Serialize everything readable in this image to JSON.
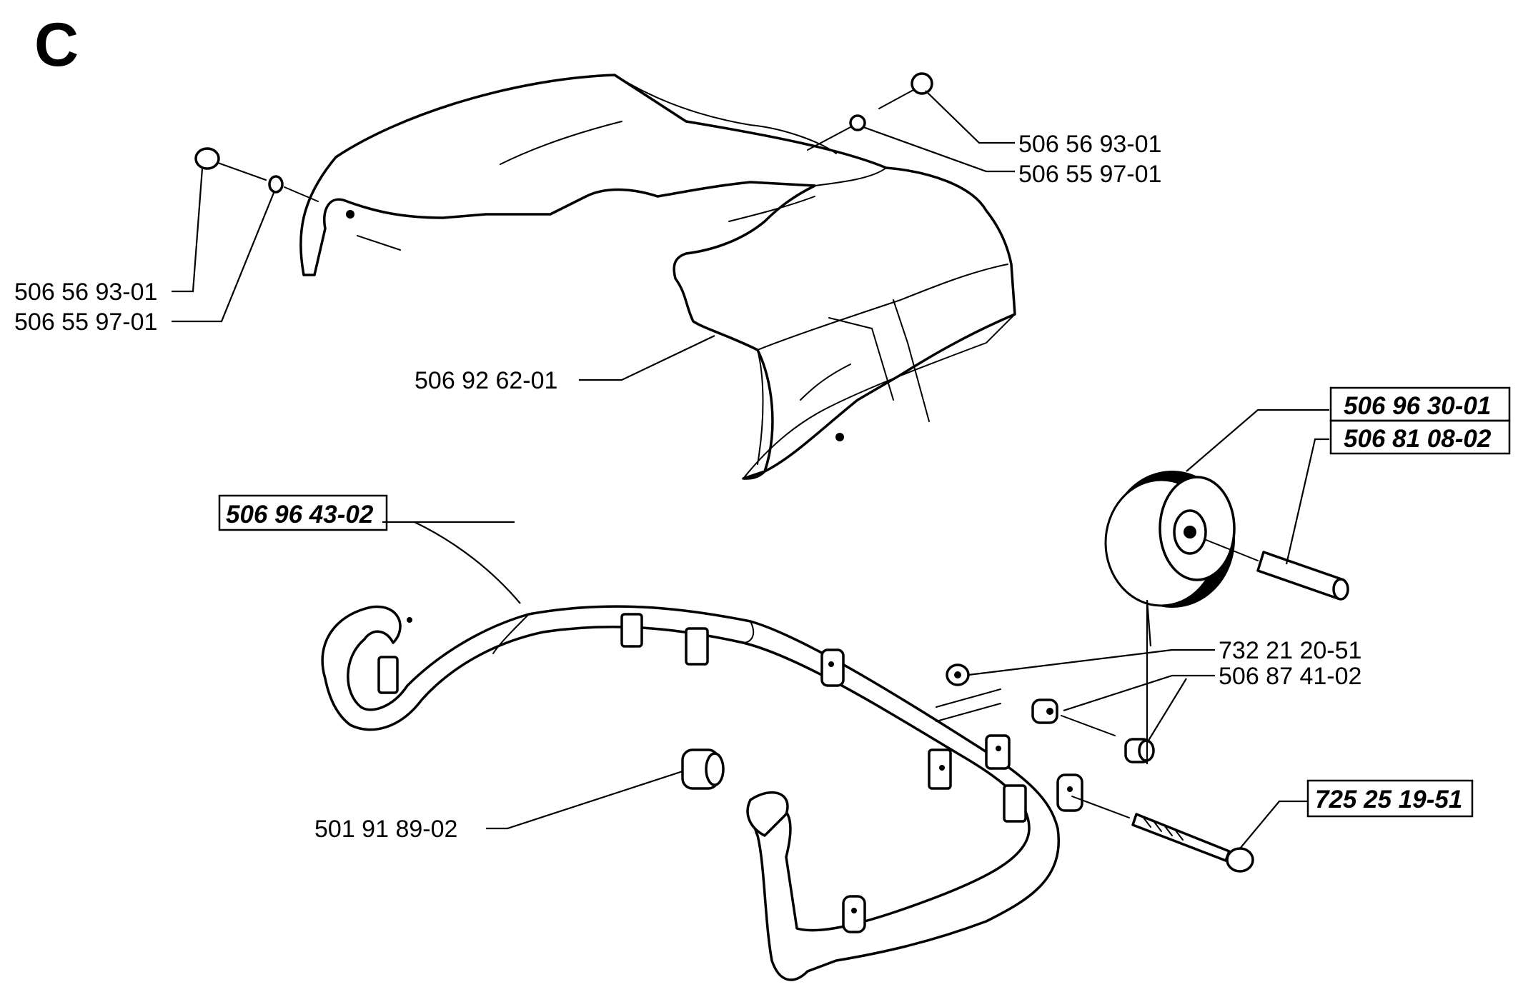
{
  "section_label": "C",
  "callouts": [
    {
      "id": "top-right-screw",
      "part_number": "506 56 93-01",
      "highlighted": false
    },
    {
      "id": "top-right-washer",
      "part_number": "506 55 97-01",
      "highlighted": false
    },
    {
      "id": "top-left-screw",
      "part_number": "506 56 93-01",
      "highlighted": false
    },
    {
      "id": "top-left-washer",
      "part_number": "506 55 97-01",
      "highlighted": false
    },
    {
      "id": "cover",
      "part_number": "506 92 62-01",
      "highlighted": false
    },
    {
      "id": "wheel",
      "part_number": "506 96 30-01",
      "highlighted": true
    },
    {
      "id": "axle",
      "part_number": "506 81 08-02",
      "highlighted": true
    },
    {
      "id": "frame",
      "part_number": "506 96 43-02",
      "highlighted": true
    },
    {
      "id": "nut",
      "part_number": "732 21 20-51",
      "highlighted": false
    },
    {
      "id": "spacer",
      "part_number": "506 87 41-02",
      "highlighted": false
    },
    {
      "id": "bushing",
      "part_number": "501 91 89-02",
      "highlighted": false
    },
    {
      "id": "bolt",
      "part_number": "725 25 19-51",
      "highlighted": true
    }
  ]
}
